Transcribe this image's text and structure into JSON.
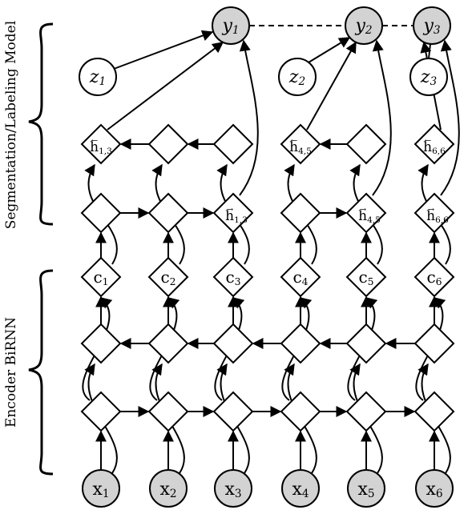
{
  "side_labels": {
    "upper": "Segmentation/Labeling Model",
    "lower": "Encoder BiRNN"
  },
  "inputs": [
    {
      "base": "x",
      "sub": "1"
    },
    {
      "base": "x",
      "sub": "2"
    },
    {
      "base": "x",
      "sub": "3"
    },
    {
      "base": "x",
      "sub": "4"
    },
    {
      "base": "x",
      "sub": "5"
    },
    {
      "base": "x",
      "sub": "6"
    }
  ],
  "context_vectors": [
    {
      "base": "c",
      "sub": "1"
    },
    {
      "base": "c",
      "sub": "2"
    },
    {
      "base": "c",
      "sub": "3"
    },
    {
      "base": "c",
      "sub": "4"
    },
    {
      "base": "c",
      "sub": "5"
    },
    {
      "base": "c",
      "sub": "6"
    }
  ],
  "segment_forward_labels": [
    {
      "base": "h",
      "sub": "1,3",
      "arrow": "→"
    },
    {
      "base": "h",
      "sub": "4,5",
      "arrow": "→"
    },
    {
      "base": "h",
      "sub": "6,6",
      "arrow": "→"
    }
  ],
  "segment_backward_labels": [
    {
      "base": "h",
      "sub": "1,3",
      "arrow": "←"
    },
    {
      "base": "h",
      "sub": "4,5",
      "arrow": "←"
    },
    {
      "base": "h",
      "sub": "6,6",
      "arrow": "←"
    }
  ],
  "labels_y": [
    {
      "base": "y",
      "sub": "1"
    },
    {
      "base": "y",
      "sub": "2"
    },
    {
      "base": "y",
      "sub": "3"
    }
  ],
  "durations_z": [
    {
      "base": "z",
      "sub": "1"
    },
    {
      "base": "z",
      "sub": "2"
    },
    {
      "base": "z",
      "sub": "3"
    }
  ],
  "colors": {
    "observed_fill": "#d3d3d3",
    "stroke": "#000000",
    "node_fill": "#ffffff"
  }
}
